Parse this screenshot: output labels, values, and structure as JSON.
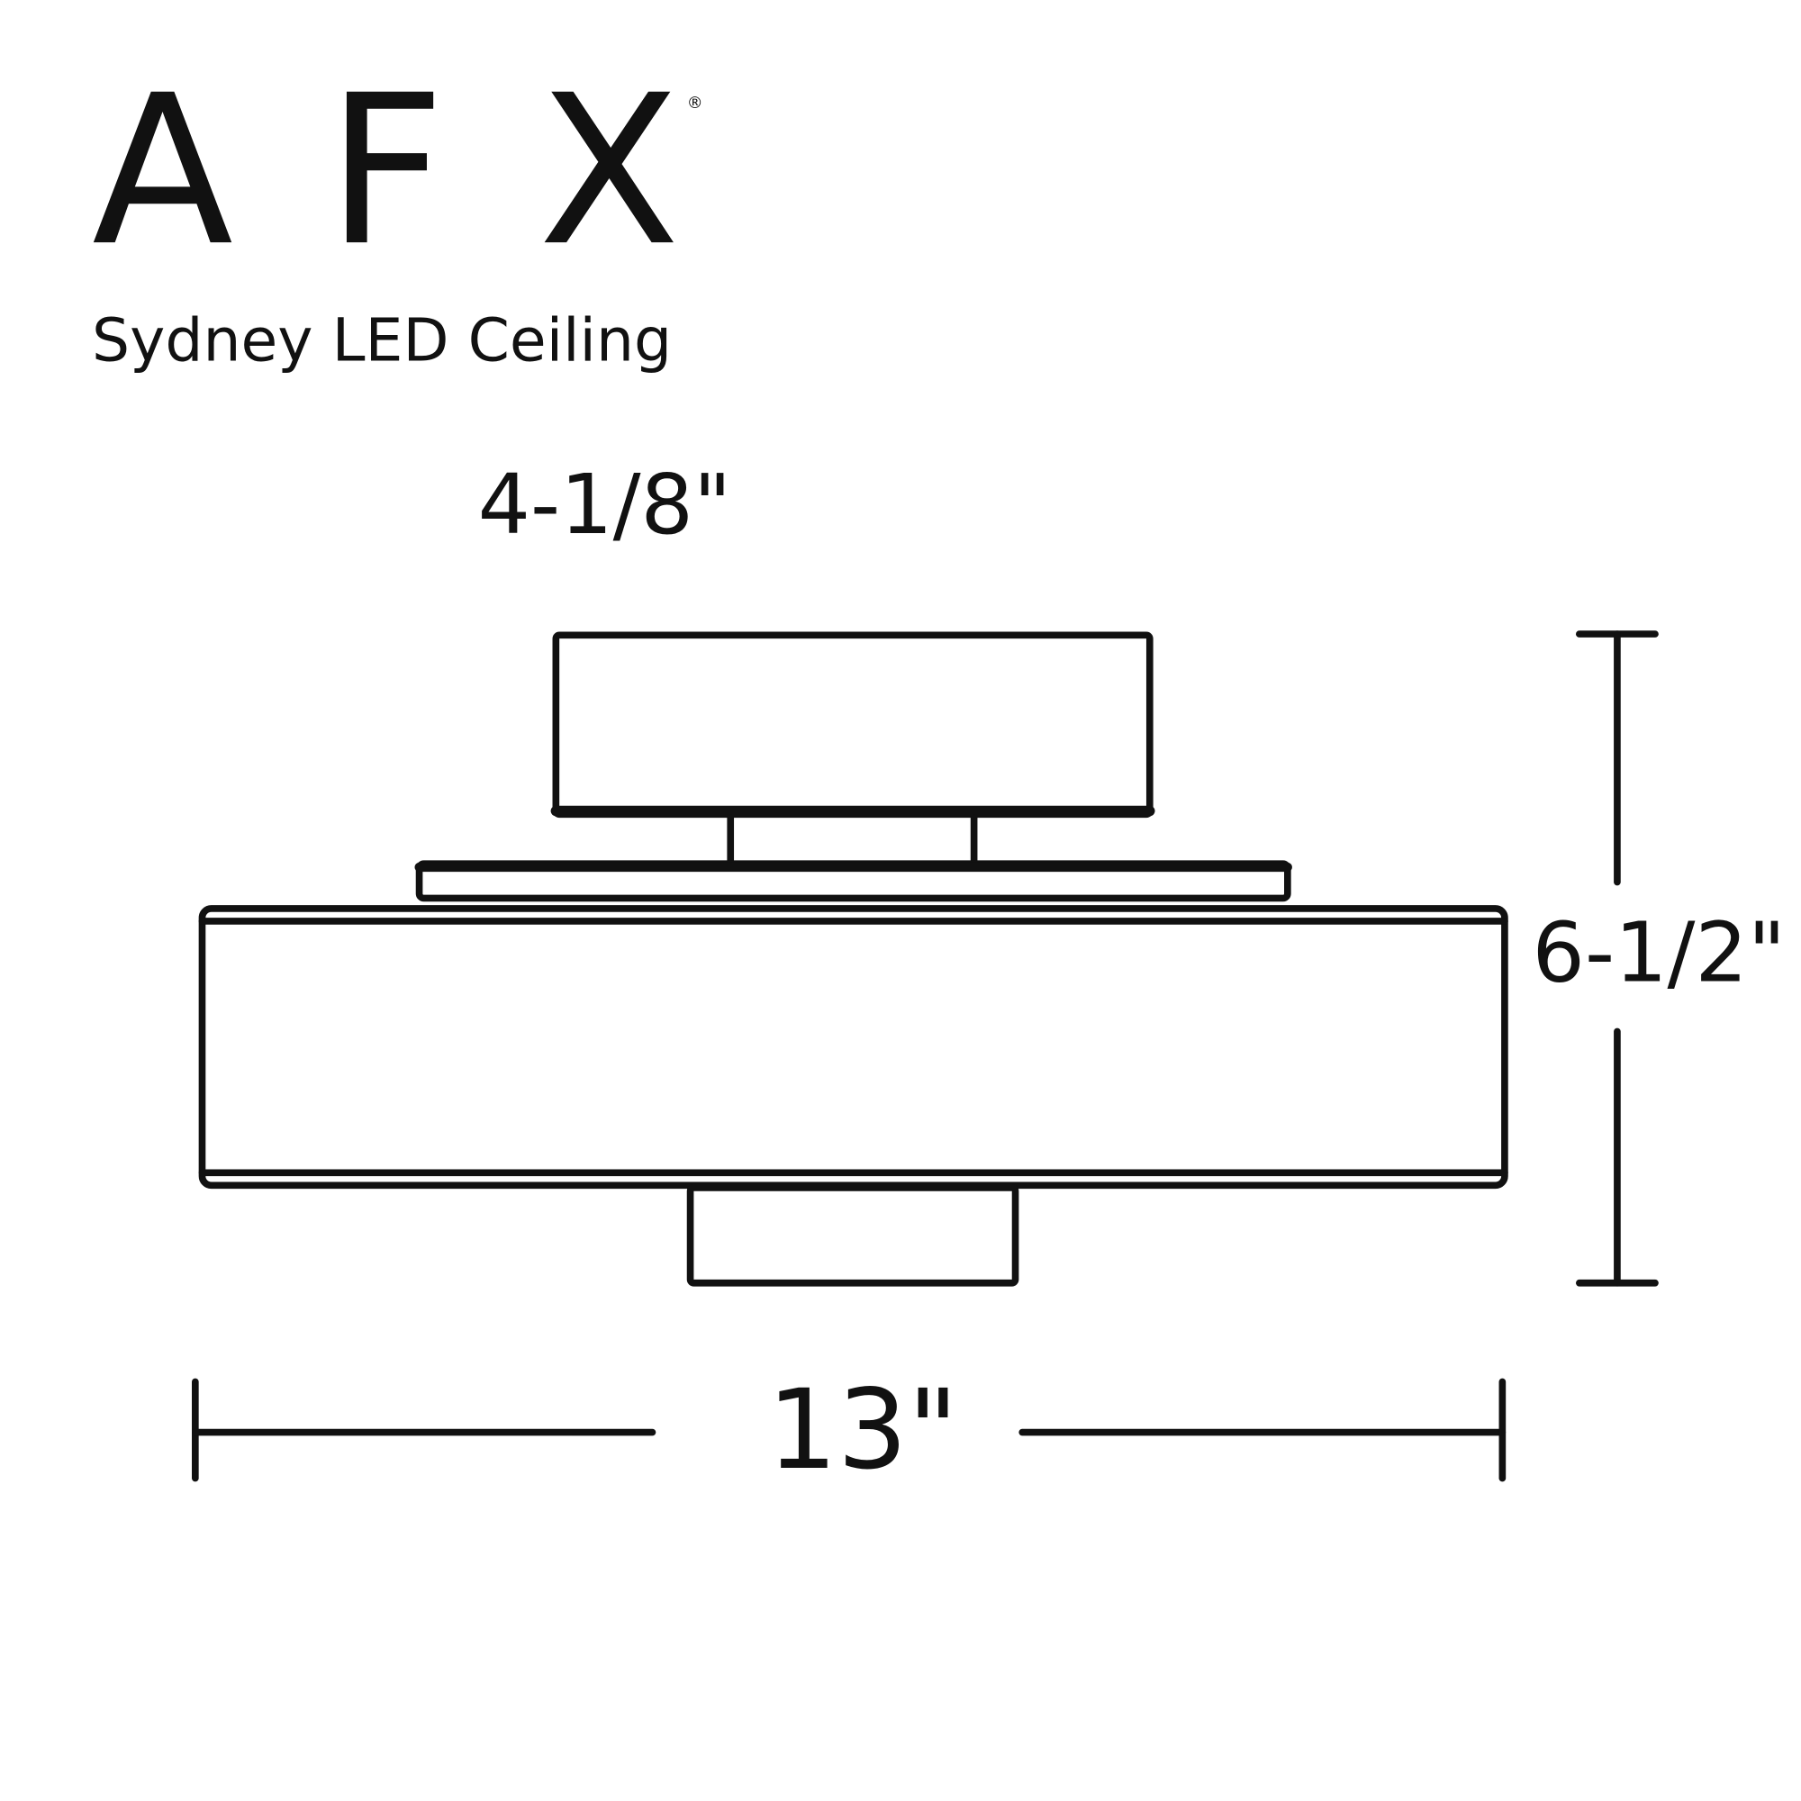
{
  "brand": {
    "name": "AFX",
    "registered_mark": "®"
  },
  "product": {
    "title": "Sydney LED Ceiling"
  },
  "dimensions": {
    "canopy_width": "4-1/8\"",
    "height": "6-1/2\"",
    "width": "13\""
  },
  "colors": {
    "ink": "#111111",
    "background": "#ffffff"
  }
}
